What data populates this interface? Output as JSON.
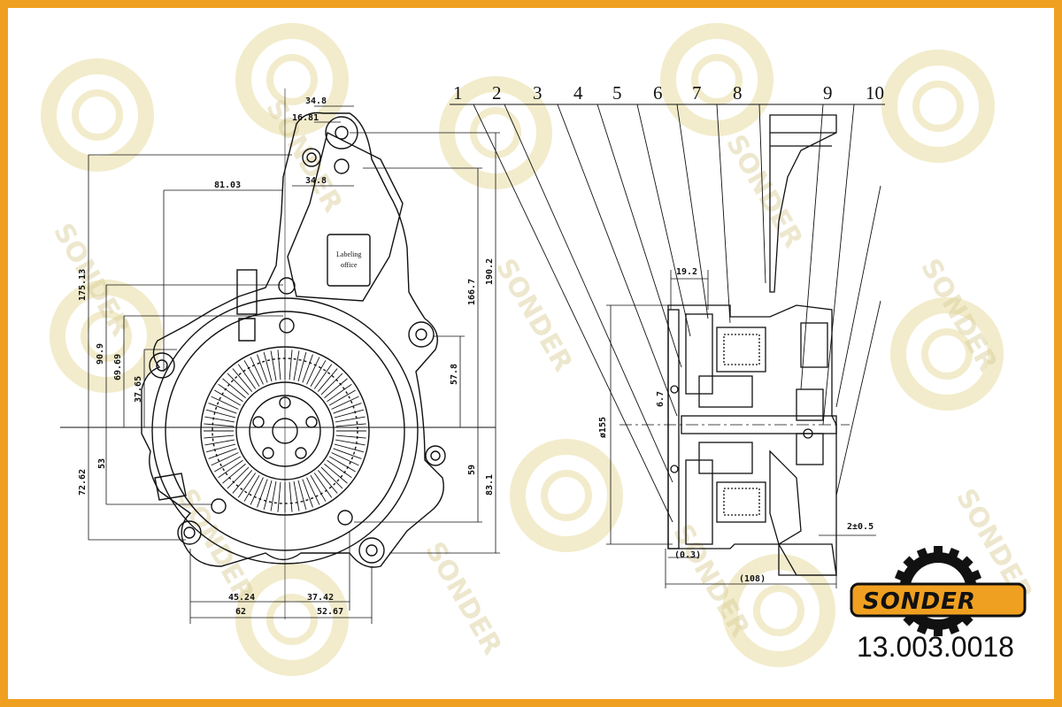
{
  "watermark": {
    "text": "SONDER",
    "color": "#e8d890"
  },
  "brand": {
    "logo_text": "SONDER",
    "accent": "#f0a020"
  },
  "part_number": "13.003.0018",
  "plate_label": [
    "Labeling",
    "office"
  ],
  "front_view": {
    "dims": {
      "d_34_8_top": "34.8",
      "d_16_81": "16.81",
      "d_34_8_mid": "34.8",
      "d_81_03": "81.03",
      "d_175_13": "175.13",
      "d_90_9": "90.9",
      "d_69_69": "69.69",
      "d_37_65": "37.65",
      "d_72_62": "72.62",
      "d_53": "53",
      "d_190_2": "190.2",
      "d_166_7": "166.7",
      "d_57_8": "57.8",
      "d_59": "59",
      "d_83_1": "83.1",
      "d_45_24": "45.24",
      "d_37_42": "37.42",
      "d_62": "62",
      "d_52_67": "52.67"
    }
  },
  "side_view": {
    "callouts": [
      "1",
      "2",
      "3",
      "4",
      "5",
      "6",
      "7",
      "8",
      "9",
      "10"
    ],
    "dims": {
      "d_19_2": "19.2",
      "d_155": "ø155",
      "d_0_3": "(0.3)",
      "d_108": "(108)",
      "d_2_05": "2±0.5",
      "d_small": "6.7"
    }
  }
}
